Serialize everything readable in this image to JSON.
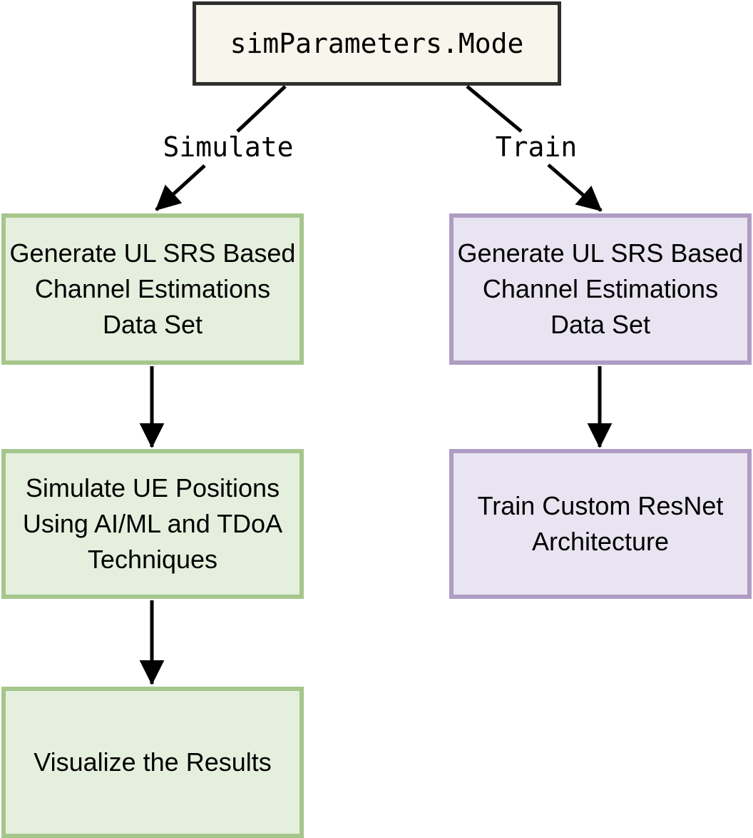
{
  "diagram": {
    "root": {
      "label": "simParameters.Mode"
    },
    "branches": [
      {
        "label": "Simulate",
        "theme": "green",
        "nodes": [
          "Generate UL SRS Based Channel Estimations Data Set",
          "Simulate UE Positions Using AI/ML and TDoA Techniques",
          "Visualize the Results"
        ]
      },
      {
        "label": "Train",
        "theme": "purple",
        "nodes": [
          "Generate UL SRS Based Channel Estimations Data Set",
          "Train Custom ResNet Architecture"
        ]
      }
    ]
  },
  "colors": {
    "background": "#ffffff",
    "root_fill": "#f8f5ec",
    "root_border": "#2e2e2e",
    "green_fill": "#e5efdd",
    "green_border": "#a5c68c",
    "purple_fill": "#e9e4f1",
    "purple_border": "#af9cc4",
    "arrow": "#000000",
    "text": "#000000"
  }
}
